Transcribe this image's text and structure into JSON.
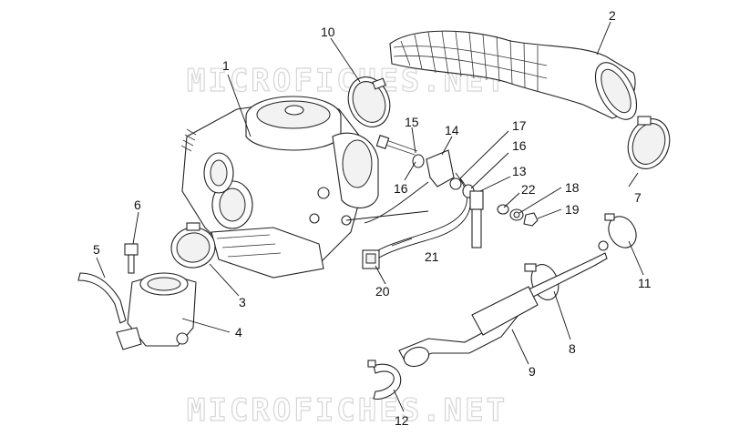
{
  "watermarks": [
    "MICROFICHES.NET",
    "MICROFICHES.NET"
  ],
  "callouts": {
    "c1": "1",
    "c2": "2",
    "c3": "3",
    "c4": "4",
    "c5": "5",
    "c6": "6",
    "c7": "7",
    "c8": "8",
    "c9": "9",
    "c10": "10",
    "c11": "11",
    "c12": "12",
    "c13": "13",
    "c14": "14",
    "c15": "15",
    "c16a": "16",
    "c16b": "16",
    "c17": "17",
    "c18": "18",
    "c19": "19",
    "c20": "20",
    "c21": "21",
    "c22": "22"
  }
}
